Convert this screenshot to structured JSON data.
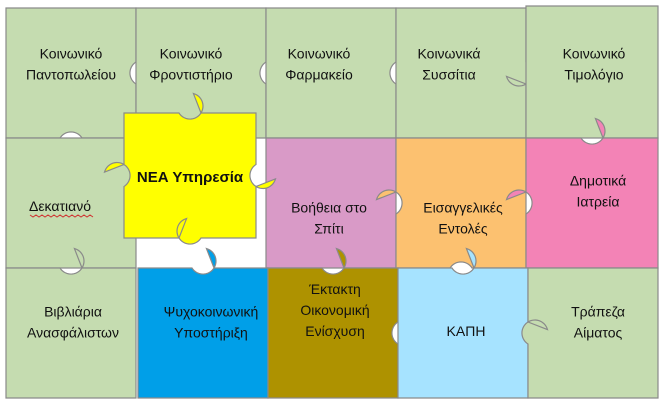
{
  "colors": {
    "green": "#c5dcb0",
    "yellow": "#ffff00",
    "pink_light": "#d99ac7",
    "orange": "#fcc170",
    "pink": "#f383b6",
    "blue": "#009fe8",
    "olive": "#ae9200",
    "light_blue": "#a6e3ff",
    "outline": "#8a8a8a",
    "text": "#111111"
  },
  "pieces": [
    {
      "id": "koinoniko-pantopoleio",
      "lines": [
        "Κοινωνικό",
        "Παντοπωλείου"
      ],
      "color": "green"
    },
    {
      "id": "koinoniko-frontistirio",
      "lines": [
        "Κοινωνικό",
        "Φροντιστήριο"
      ],
      "color": "green"
    },
    {
      "id": "koinoniko-farmakeio",
      "lines": [
        "Κοινωνικό",
        "Φαρμακείο"
      ],
      "color": "green"
    },
    {
      "id": "koinonika-syssitia",
      "lines": [
        "Κοινωνικά",
        "Συσσίτια"
      ],
      "color": "green"
    },
    {
      "id": "koinoniko-timologio",
      "lines": [
        "Κοινωνικό",
        "Τιμολόγιο"
      ],
      "color": "green"
    },
    {
      "id": "dekatiano",
      "lines": [
        "Δεκατιανό"
      ],
      "color": "green"
    },
    {
      "id": "nea-ypiresia",
      "lines": [
        "ΝΕΑ Υπηρεσία"
      ],
      "color": "yellow",
      "bold": true
    },
    {
      "id": "voitheia-sto-spiti",
      "lines": [
        "Βοήθεια στο",
        "Σπίτι"
      ],
      "color": "pink_light"
    },
    {
      "id": "eisaggelikes-entoles",
      "lines": [
        "Εισαγγελικές",
        "Εντολές"
      ],
      "color": "orange"
    },
    {
      "id": "dimotika-iatreia",
      "lines": [
        "Δημοτικά",
        "Ιατρεία"
      ],
      "color": "pink"
    },
    {
      "id": "vivliaria-asfalistwn",
      "lines": [
        "Βιβλιάρια",
        "Ανασφάλιστων"
      ],
      "color": "green"
    },
    {
      "id": "psyxokoinwniki-ypostirixi",
      "lines": [
        "Ψυχοκοινωνική",
        "Υποστήριξη"
      ],
      "color": "blue"
    },
    {
      "id": "ektakti-oikonomiki-enisxysi",
      "lines": [
        "Έκτακτη",
        "Οικονομική",
        "Ενίσχυση"
      ],
      "color": "olive"
    },
    {
      "id": "kapi",
      "lines": [
        "ΚΑΠΗ"
      ],
      "color": "light_blue"
    },
    {
      "id": "trapeza-aimatos",
      "lines": [
        "Τράπεζα",
        "Αίματος"
      ],
      "color": "green"
    }
  ]
}
